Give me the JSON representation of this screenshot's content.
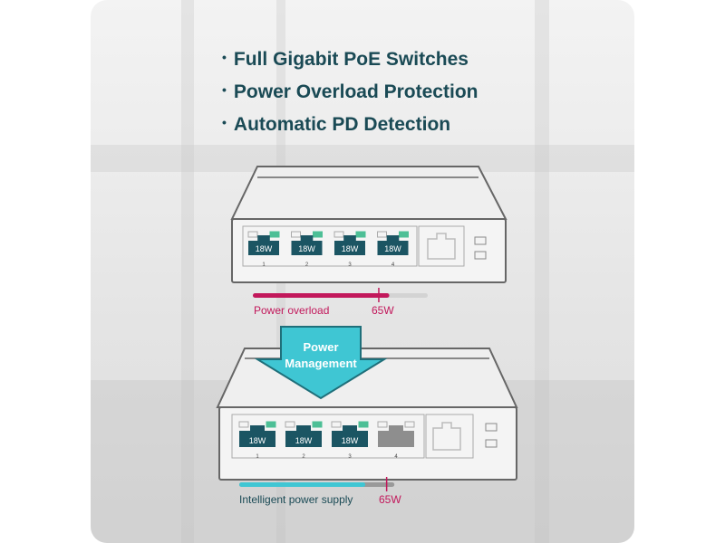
{
  "bullets": [
    "Full Gigabit PoE Switches",
    "Power Overload Protection",
    "Automatic PD Detection"
  ],
  "bullet_glyph": "•",
  "colors": {
    "text_dark": "#1a4a55",
    "port_active": "#1b5563",
    "port_inactive": "#8e8e8e",
    "led_green": "#4dbf96",
    "overload": "#c2185b",
    "intelligent": "#3fc6d3",
    "arrow": "#3fc6d3"
  },
  "top_switch": {
    "ports": [
      {
        "label": "18W",
        "number": "1",
        "active": true
      },
      {
        "label": "18W",
        "number": "2",
        "active": true
      },
      {
        "label": "18W",
        "number": "3",
        "active": true
      },
      {
        "label": "18W",
        "number": "4",
        "active": true
      }
    ],
    "meter": {
      "label": "Power overload",
      "limit_label": "65W",
      "fill_fraction": 0.78,
      "limit_fraction": 0.72
    }
  },
  "arrow": {
    "line1": "Power",
    "line2": "Management"
  },
  "bottom_switch": {
    "ports": [
      {
        "label": "18W",
        "number": "1",
        "active": true
      },
      {
        "label": "18W",
        "number": "2",
        "active": true
      },
      {
        "label": "18W",
        "number": "3",
        "active": true
      },
      {
        "label": "",
        "number": "4",
        "active": false
      }
    ],
    "meter": {
      "label": "Intelligent power supply",
      "limit_label": "65W",
      "fill_fraction": 0.65,
      "gray_fraction": 0.8,
      "limit_fraction": 0.76
    }
  }
}
